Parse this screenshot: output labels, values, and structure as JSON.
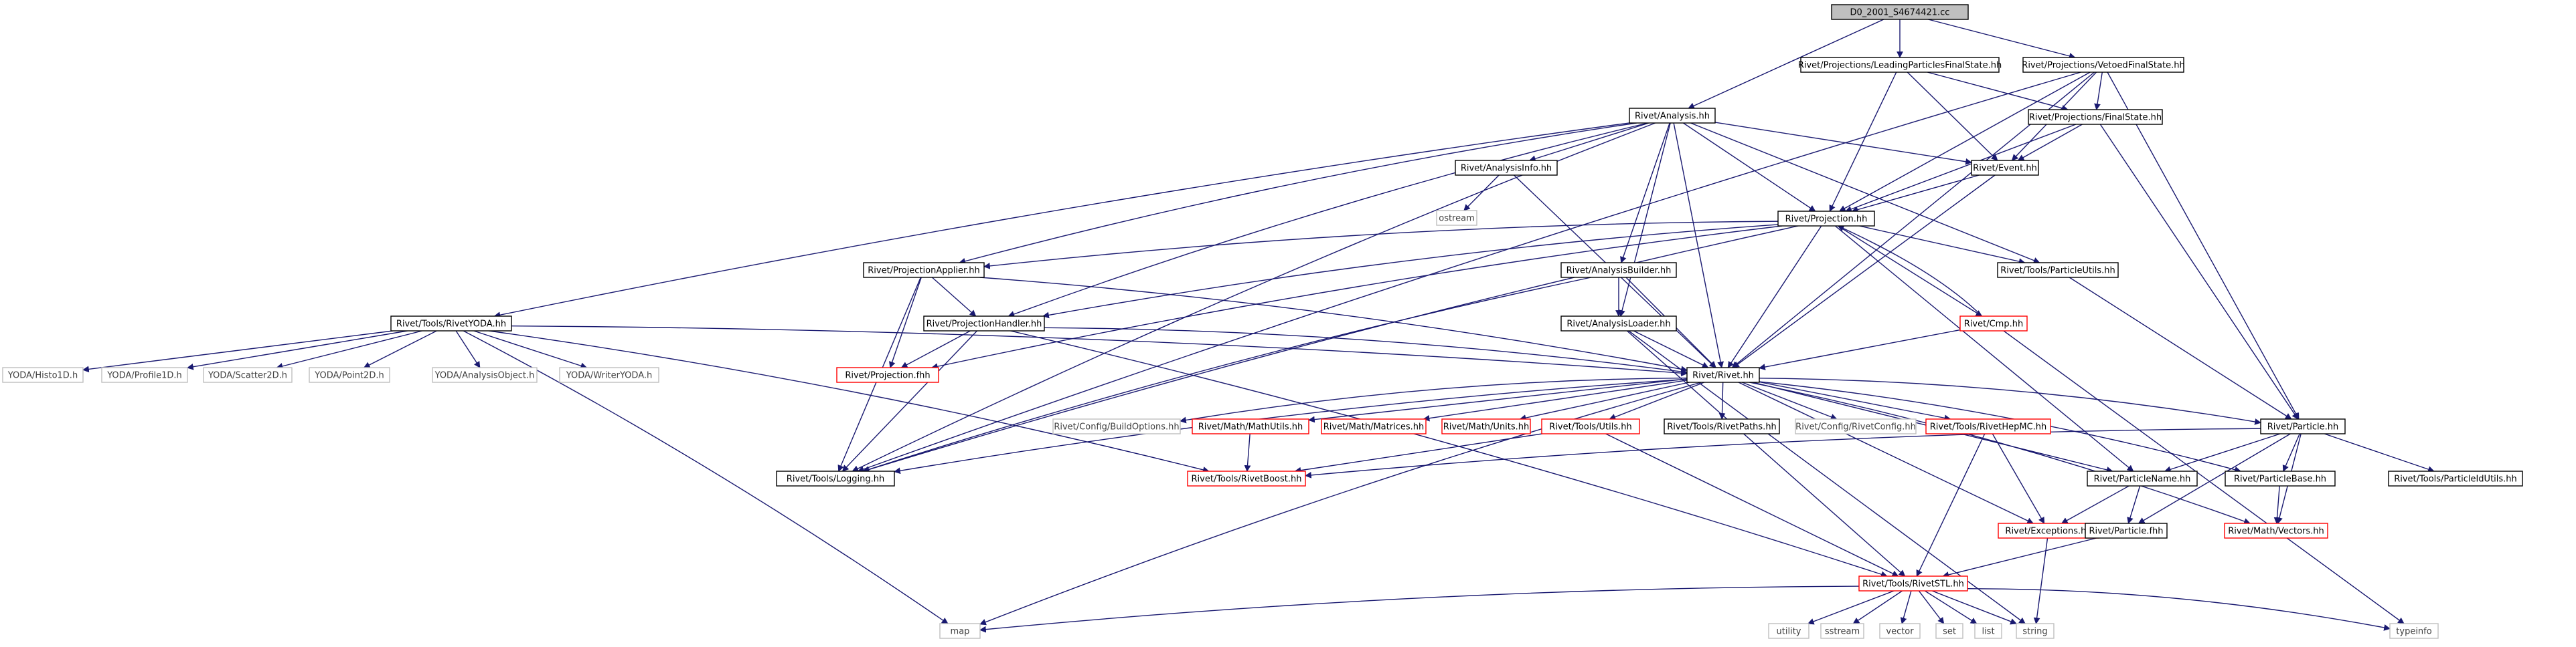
{
  "graph": {
    "nodes": [
      {
        "id": "root",
        "label": "D0_2001_S4674421.cc",
        "style": "root",
        "link": false
      },
      {
        "id": "lpfs",
        "label": "Rivet/Projections/LeadingParticlesFinalState.hh",
        "style": "normal",
        "link": true
      },
      {
        "id": "vfs",
        "label": "Rivet/Projections/VetoedFinalState.hh",
        "style": "normal",
        "link": true
      },
      {
        "id": "analysis",
        "label": "Rivet/Analysis.hh",
        "style": "normal",
        "link": true
      },
      {
        "id": "finalstate",
        "label": "Rivet/Projections/FinalState.hh",
        "style": "normal",
        "link": true
      },
      {
        "id": "analysisinfo",
        "label": "Rivet/AnalysisInfo.hh",
        "style": "normal",
        "link": true
      },
      {
        "id": "event",
        "label": "Rivet/Event.hh",
        "style": "normal",
        "link": true
      },
      {
        "id": "ostream",
        "label": "ostream",
        "style": "external",
        "link": false
      },
      {
        "id": "projection",
        "label": "Rivet/Projection.hh",
        "style": "normal",
        "link": true
      },
      {
        "id": "projapplier",
        "label": "Rivet/ProjectionApplier.hh",
        "style": "normal",
        "link": true
      },
      {
        "id": "analysisbuilder",
        "label": "Rivet/AnalysisBuilder.hh",
        "style": "normal",
        "link": true
      },
      {
        "id": "particleutils",
        "label": "Rivet/Tools/ParticleUtils.hh",
        "style": "normal",
        "link": true
      },
      {
        "id": "rivetyoda",
        "label": "Rivet/Tools/RivetYODA.hh",
        "style": "normal",
        "link": true
      },
      {
        "id": "projhandler",
        "label": "Rivet/ProjectionHandler.hh",
        "style": "normal",
        "link": true
      },
      {
        "id": "analysisloader",
        "label": "Rivet/AnalysisLoader.hh",
        "style": "normal",
        "link": true
      },
      {
        "id": "cmp",
        "label": "Rivet/Cmp.hh",
        "style": "truncated",
        "link": true
      },
      {
        "id": "projfhh",
        "label": "Rivet/Projection.fhh",
        "style": "truncated",
        "link": true
      },
      {
        "id": "histo1d",
        "label": "YODA/Histo1D.h",
        "style": "external",
        "link": false
      },
      {
        "id": "profile1d",
        "label": "YODA/Profile1D.h",
        "style": "external",
        "link": false
      },
      {
        "id": "scatter2d",
        "label": "YODA/Scatter2D.h",
        "style": "external",
        "link": false
      },
      {
        "id": "point2d",
        "label": "YODA/Point2D.h",
        "style": "external",
        "link": false
      },
      {
        "id": "analysisobject",
        "label": "YODA/AnalysisObject.h",
        "style": "external",
        "link": false
      },
      {
        "id": "writeryoda",
        "label": "YODA/WriterYODA.h",
        "style": "external",
        "link": false
      },
      {
        "id": "rivet",
        "label": "Rivet/Rivet.hh",
        "style": "normal",
        "link": true
      },
      {
        "id": "buildoptions",
        "label": "Rivet/Config/BuildOptions.hh",
        "style": "external",
        "link": false
      },
      {
        "id": "mathutils",
        "label": "Rivet/Math/MathUtils.hh",
        "style": "truncated",
        "link": true
      },
      {
        "id": "matrices",
        "label": "Rivet/Math/Matrices.hh",
        "style": "truncated",
        "link": true
      },
      {
        "id": "units",
        "label": "Rivet/Math/Units.hh",
        "style": "truncated",
        "link": true
      },
      {
        "id": "utils",
        "label": "Rivet/Tools/Utils.hh",
        "style": "truncated",
        "link": true
      },
      {
        "id": "rivetpaths",
        "label": "Rivet/Tools/RivetPaths.hh",
        "style": "normal",
        "link": true
      },
      {
        "id": "rivetconfig",
        "label": "Rivet/Config/RivetConfig.hh",
        "style": "external",
        "link": false
      },
      {
        "id": "rivethepmc",
        "label": "Rivet/Tools/RivetHepMC.hh",
        "style": "truncated",
        "link": true
      },
      {
        "id": "particle",
        "label": "Rivet/Particle.hh",
        "style": "normal",
        "link": true
      },
      {
        "id": "logging",
        "label": "Rivet/Tools/Logging.hh",
        "style": "normal",
        "link": true
      },
      {
        "id": "rivetboost",
        "label": "Rivet/Tools/RivetBoost.hh",
        "style": "truncated",
        "link": true
      },
      {
        "id": "particlename",
        "label": "Rivet/ParticleName.hh",
        "style": "normal",
        "link": true
      },
      {
        "id": "particlebase",
        "label": "Rivet/ParticleBase.hh",
        "style": "normal",
        "link": true
      },
      {
        "id": "particleidutils",
        "label": "Rivet/Tools/ParticleIdUtils.hh",
        "style": "normal",
        "link": true
      },
      {
        "id": "exceptions",
        "label": "Rivet/Exceptions.hh",
        "style": "truncated",
        "link": true
      },
      {
        "id": "particlefhh",
        "label": "Rivet/Particle.fhh",
        "style": "normal",
        "link": true
      },
      {
        "id": "vectors",
        "label": "Rivet/Math/Vectors.hh",
        "style": "truncated",
        "link": true
      },
      {
        "id": "rivetstl",
        "label": "Rivet/Tools/RivetSTL.hh",
        "style": "truncated",
        "link": true
      },
      {
        "id": "map",
        "label": "map",
        "style": "external",
        "link": false
      },
      {
        "id": "utility",
        "label": "utility",
        "style": "external",
        "link": false
      },
      {
        "id": "sstream",
        "label": "sstream",
        "style": "external",
        "link": false
      },
      {
        "id": "vector",
        "label": "vector",
        "style": "external",
        "link": false
      },
      {
        "id": "set",
        "label": "set",
        "style": "external",
        "link": false
      },
      {
        "id": "list",
        "label": "list",
        "style": "external",
        "link": false
      },
      {
        "id": "string",
        "label": "string",
        "style": "external",
        "link": false
      },
      {
        "id": "typeinfo",
        "label": "typeinfo",
        "style": "external",
        "link": false
      }
    ],
    "edges": [
      [
        "root",
        "lpfs"
      ],
      [
        "root",
        "vfs"
      ],
      [
        "root",
        "analysis"
      ],
      [
        "lpfs",
        "finalstate"
      ],
      [
        "lpfs",
        "event"
      ],
      [
        "lpfs",
        "projection"
      ],
      [
        "vfs",
        "finalstate"
      ],
      [
        "vfs",
        "event"
      ],
      [
        "vfs",
        "projection"
      ],
      [
        "vfs",
        "rivet"
      ],
      [
        "vfs",
        "particle"
      ],
      [
        "vfs",
        "logging"
      ],
      [
        "analysis",
        "analysisinfo"
      ],
      [
        "analysis",
        "event"
      ],
      [
        "analysis",
        "projection"
      ],
      [
        "analysis",
        "projapplier"
      ],
      [
        "analysis",
        "analysisbuilder"
      ],
      [
        "analysis",
        "particleutils"
      ],
      [
        "analysis",
        "rivetyoda"
      ],
      [
        "analysis",
        "projhandler"
      ],
      [
        "analysis",
        "analysisloader"
      ],
      [
        "analysis",
        "rivet"
      ],
      [
        "analysis",
        "logging"
      ],
      [
        "finalstate",
        "event"
      ],
      [
        "finalstate",
        "projection"
      ],
      [
        "finalstate",
        "particle"
      ],
      [
        "analysisinfo",
        "ostream"
      ],
      [
        "analysisinfo",
        "rivet"
      ],
      [
        "event",
        "projection"
      ],
      [
        "event",
        "rivet"
      ],
      [
        "projection",
        "projapplier"
      ],
      [
        "projection",
        "projhandler"
      ],
      [
        "projection",
        "cmp"
      ],
      [
        "projection",
        "projfhh"
      ],
      [
        "projection",
        "particleutils"
      ],
      [
        "projection",
        "rivet"
      ],
      [
        "projection",
        "logging"
      ],
      [
        "projection",
        "particlename"
      ],
      [
        "projapplier",
        "projhandler"
      ],
      [
        "projapplier",
        "projfhh"
      ],
      [
        "projapplier",
        "rivet"
      ],
      [
        "projapplier",
        "logging"
      ],
      [
        "analysisbuilder",
        "analysisloader"
      ],
      [
        "analysisbuilder",
        "rivet"
      ],
      [
        "analysisbuilder",
        "logging"
      ],
      [
        "particleutils",
        "particle"
      ],
      [
        "rivetyoda",
        "histo1d"
      ],
      [
        "rivetyoda",
        "profile1d"
      ],
      [
        "rivetyoda",
        "scatter2d"
      ],
      [
        "rivetyoda",
        "point2d"
      ],
      [
        "rivetyoda",
        "analysisobject"
      ],
      [
        "rivetyoda",
        "writeryoda"
      ],
      [
        "rivetyoda",
        "rivet"
      ],
      [
        "rivetyoda",
        "rivetboost"
      ],
      [
        "rivetyoda",
        "map"
      ],
      [
        "projhandler",
        "projfhh"
      ],
      [
        "projhandler",
        "rivet"
      ],
      [
        "projhandler",
        "logging"
      ],
      [
        "projhandler",
        "rivetstl"
      ],
      [
        "analysisloader",
        "rivet"
      ],
      [
        "analysisloader",
        "rivetstl"
      ],
      [
        "analysisloader",
        "string"
      ],
      [
        "cmp",
        "projection"
      ],
      [
        "cmp",
        "rivet"
      ],
      [
        "cmp",
        "typeinfo"
      ],
      [
        "rivet",
        "buildoptions"
      ],
      [
        "rivet",
        "mathutils"
      ],
      [
        "rivet",
        "matrices"
      ],
      [
        "rivet",
        "units"
      ],
      [
        "rivet",
        "utils"
      ],
      [
        "rivet",
        "rivetpaths"
      ],
      [
        "rivet",
        "rivetconfig"
      ],
      [
        "rivet",
        "rivethepmc"
      ],
      [
        "rivet",
        "particle"
      ],
      [
        "rivet",
        "particlename"
      ],
      [
        "rivet",
        "particlebase"
      ],
      [
        "rivet",
        "exceptions"
      ],
      [
        "rivet",
        "vectors"
      ],
      [
        "rivet",
        "map"
      ],
      [
        "rivet",
        "logging"
      ],
      [
        "mathutils",
        "rivetboost"
      ],
      [
        "utils",
        "rivetboost"
      ],
      [
        "utils",
        "rivetstl"
      ],
      [
        "rivethepmc",
        "exceptions"
      ],
      [
        "rivethepmc",
        "rivetstl"
      ],
      [
        "particle",
        "particlename"
      ],
      [
        "particle",
        "particlebase"
      ],
      [
        "particle",
        "particleidutils"
      ],
      [
        "particle",
        "vectors"
      ],
      [
        "particle",
        "particlefhh"
      ],
      [
        "particle",
        "rivetboost"
      ],
      [
        "particlename",
        "exceptions"
      ],
      [
        "particlename",
        "particlefhh"
      ],
      [
        "particlebase",
        "vectors"
      ],
      [
        "exceptions",
        "string"
      ],
      [
        "particlefhh",
        "rivetstl"
      ],
      [
        "rivetstl",
        "map"
      ],
      [
        "rivetstl",
        "utility"
      ],
      [
        "rivetstl",
        "sstream"
      ],
      [
        "rivetstl",
        "vector"
      ],
      [
        "rivetstl",
        "set"
      ],
      [
        "rivetstl",
        "list"
      ],
      [
        "rivetstl",
        "string"
      ],
      [
        "rivetstl",
        "typeinfo"
      ]
    ]
  },
  "colors": {
    "edge": "#191970",
    "normal_border": "#000000",
    "truncated_border": "#ff0000",
    "external_border": "#bfbfbf",
    "root_fill": "#bfbfbf",
    "node_fill": "#ffffff",
    "text_normal": "#000000",
    "text_external": "#404040"
  }
}
